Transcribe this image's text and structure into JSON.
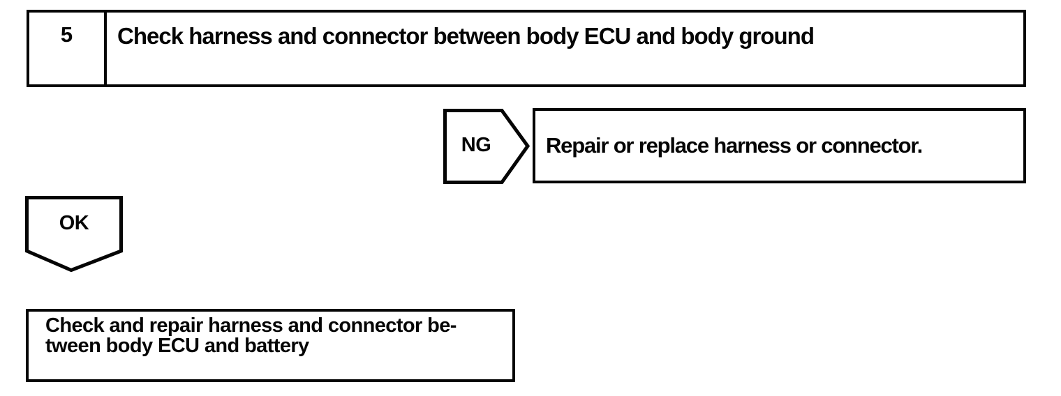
{
  "page": {
    "background_color": "#ffffff",
    "line_color": "#050505"
  },
  "flowchart": {
    "step_box": {
      "number": "5",
      "instruction": "Check harness and connector between body ECU and body ground"
    },
    "ng_branch": {
      "label": "NG",
      "action": "Repair or replace harness or connector."
    },
    "ok_branch": {
      "label": "OK"
    },
    "result_box": {
      "lines": [
        "Check and repair harness and connector be-",
        "tween body ECU and battery"
      ]
    }
  }
}
